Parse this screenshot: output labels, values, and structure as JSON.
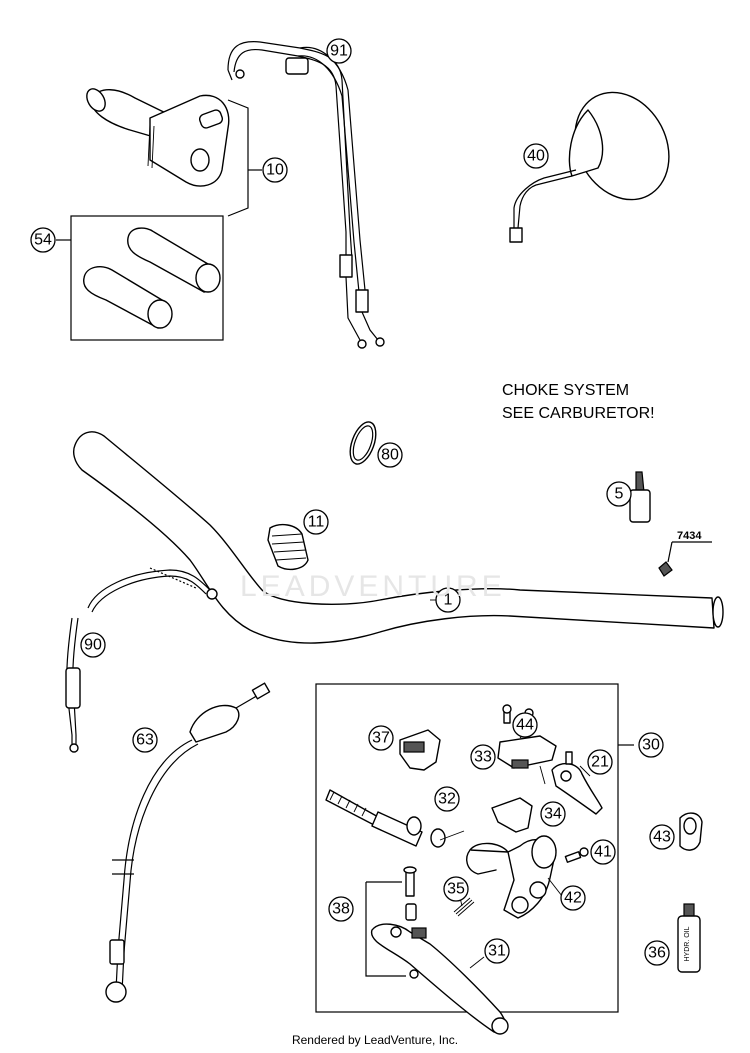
{
  "note": {
    "line1": "CHOKE SYSTEM",
    "line2": "SEE CARBURETOR!"
  },
  "reference_code": "7434",
  "watermark": "LEADVENTURE",
  "footer": "Rendered by LeadVenture, Inc.",
  "callouts": {
    "c1": "1",
    "c5": "5",
    "c10": "10",
    "c11": "11",
    "c21": "21",
    "c30": "30",
    "c31": "31",
    "c32": "32",
    "c33": "33",
    "c34": "34",
    "c35": "35",
    "c36": "36",
    "c37": "37",
    "c38": "38",
    "c40": "40",
    "c41": "41",
    "c42": "42",
    "c43": "43",
    "c44": "44",
    "c54": "54",
    "c63": "63",
    "c80": "80",
    "c90": "90",
    "c91": "91"
  },
  "labels": {
    "bottle_small": "",
    "bottle_hydraulic": "HYDR. OIL"
  }
}
